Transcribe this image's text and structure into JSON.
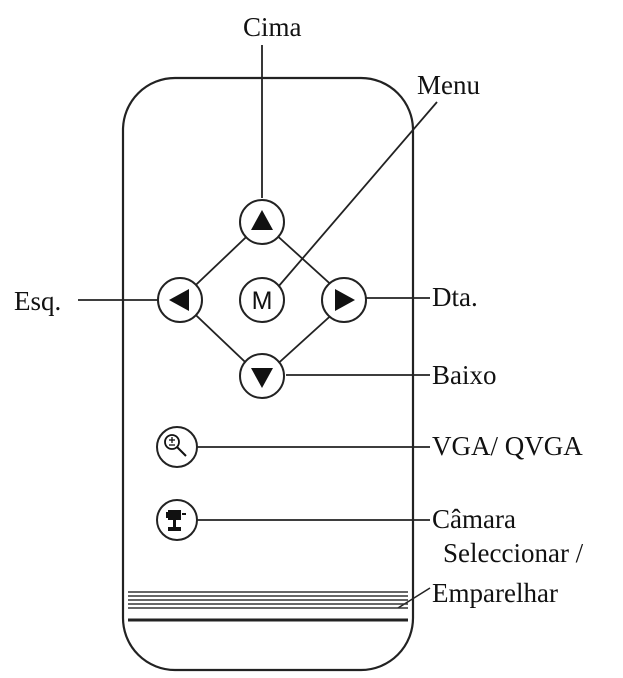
{
  "labels": {
    "up": "Cima",
    "menu": "Menu",
    "left": "Esq.",
    "right": "Dta.",
    "down": "Baixo",
    "zoom": "VGA/ QVGA",
    "camera": "Câmara",
    "select_line1": "Seleccionar /",
    "select_line2": "Emparelhar"
  },
  "buttons": {
    "menu_letter": "M"
  },
  "icons": {
    "up": "triangle-up-icon",
    "down": "triangle-down-icon",
    "left": "triangle-left-icon",
    "right": "triangle-right-icon",
    "zoom": "magnifier-zoom-icon",
    "camera": "camera-icon"
  }
}
